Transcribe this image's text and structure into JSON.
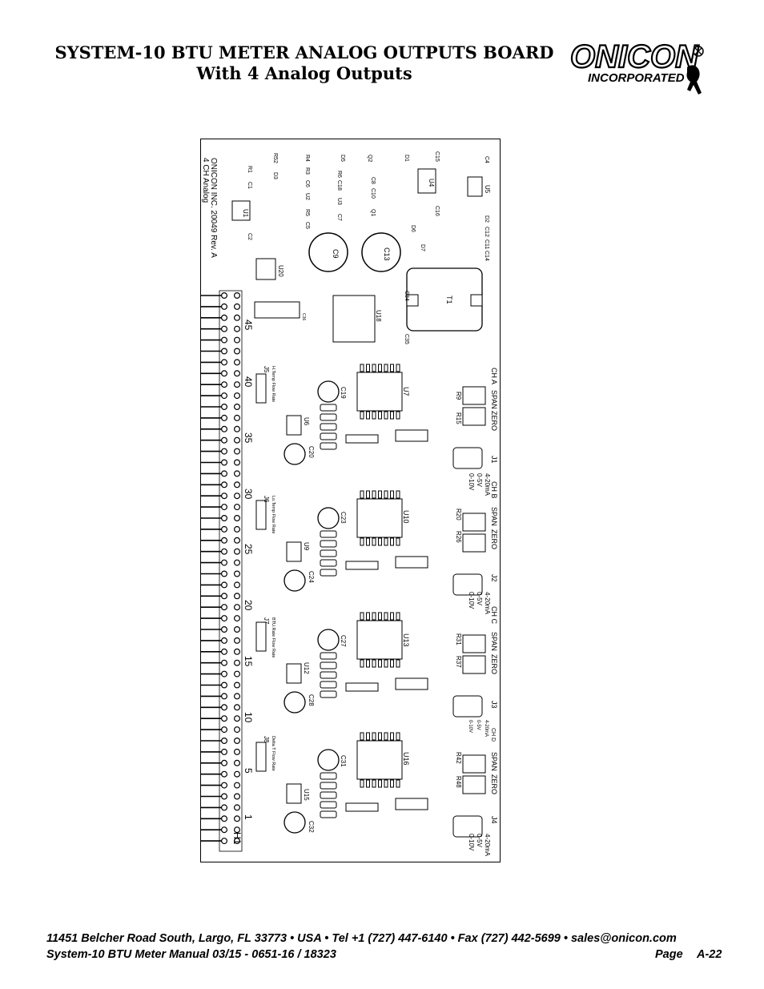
{
  "header": {
    "title_line1": "SYSTEM-10 BTU METER ANALOG OUTPUTS BOARD",
    "title_line2": "With 4 Analog Outputs"
  },
  "logo": {
    "name": "ONICON",
    "sub": "INCORPORATED"
  },
  "board": {
    "silkscreen": [
      "ONICON INC. 20049 Rev. A",
      "4 CH Analog"
    ],
    "header_label": "H1",
    "pin_numbers": [
      "45",
      "40",
      "35",
      "30",
      "25",
      "20",
      "15",
      "10",
      "5",
      "1"
    ],
    "channels": [
      {
        "name": "CH A",
        "span": "SPAN",
        "zero": "ZERO",
        "jumper": "J1",
        "options": [
          "4-20mA",
          "0-5V",
          "0-10V"
        ],
        "span_res": "R9",
        "zero_res": "R15"
      },
      {
        "name": "CH B",
        "span": "SPAN",
        "zero": "ZERO",
        "jumper": "J2",
        "options": [
          "4-20mA",
          "0-5V",
          "0-10V"
        ],
        "span_res": "R20",
        "zero_res": "R26"
      },
      {
        "name": "CH C",
        "span": "SPAN",
        "zero": "ZERO",
        "jumper": "J3",
        "options": [
          "4-20mA",
          "0-5V",
          "0-10V"
        ],
        "span_res": "R31",
        "zero_res": "R37"
      },
      {
        "name": "CH D",
        "span": "SPAN",
        "zero": "ZERO",
        "jumper": "J4",
        "options": [
          "4-20mA",
          "0-5V",
          "0-10V"
        ],
        "span_res": "R42",
        "zero_res": "R48"
      }
    ],
    "selectors": [
      {
        "ref": "J5",
        "opts": "H.Temp  Flow Rate"
      },
      {
        "ref": "J6",
        "opts": "Lo.Temp  Flow Rate"
      },
      {
        "ref": "J7",
        "opts": "BTU.Rate  Flow Rate"
      },
      {
        "ref": "J8",
        "opts": "Delta T  Flow Rate"
      }
    ],
    "transformer": "T1",
    "top_caps": [
      "C9",
      "C13"
    ],
    "regulators": [
      "U1",
      "U4",
      "U5",
      "U20",
      "U18"
    ],
    "channel_ics": [
      "U7",
      "U10",
      "U13",
      "U16"
    ],
    "opamps": [
      "U6",
      "U9",
      "U12",
      "U15"
    ],
    "channel_caps": [
      "C19",
      "C20",
      "C23",
      "C24",
      "C27",
      "C28",
      "C31",
      "C32"
    ],
    "top_parts": [
      "R1",
      "C1",
      "R52",
      "D3",
      "R4",
      "R3",
      "C6",
      "U2",
      "R5",
      "C5",
      "D5",
      "R6",
      "C18",
      "U3",
      "C7",
      "Q2",
      "C8",
      "C10",
      "Q1",
      "D1",
      "C15",
      "C16",
      "C4",
      "D2",
      "C12",
      "C11",
      "C14",
      "D6",
      "D7",
      "C2",
      "C34",
      "C35",
      "C36"
    ]
  },
  "footer": {
    "line1": "11451 Belcher Road South, Largo, FL 33773 • USA • Tel +1 (727) 447-6140 • Fax (727) 442-5699 • sales@onicon.com",
    "line2": "System-10 BTU Meter Manual 03/15 - 0651-16 / 18323",
    "page_label": "Page",
    "page_number": "A-22"
  }
}
